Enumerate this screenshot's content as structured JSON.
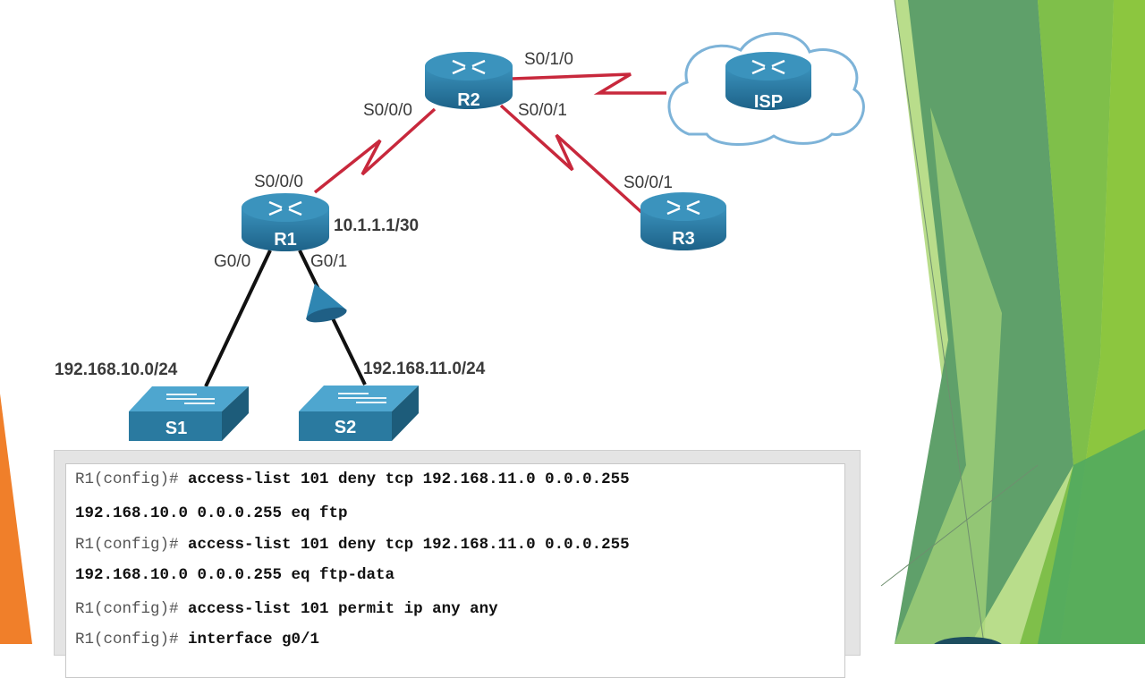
{
  "devices": {
    "r1": "R1",
    "r2": "R2",
    "r3": "R3",
    "isp": "ISP",
    "s1": "S1",
    "s2": "S2"
  },
  "interfaces": {
    "r2_s010": "S0/1/0",
    "r2_s000": "S0/0/0",
    "r2_s001": "S0/0/1",
    "r1_s000": "S0/0/0",
    "r3_s001": "S0/0/1",
    "r1_g00": "G0/0",
    "r1_g01": "G0/1"
  },
  "addresses": {
    "r1_serial": "10.1.1.1/30",
    "lan_s1": "192.168.10.0/24",
    "lan_s2": "192.168.11.0/24"
  },
  "terminal": {
    "lines": [
      {
        "prompt": "R1(config)#",
        "cmd": " access-list 101 deny tcp 192.168.11.0 0.0.0.255"
      },
      {
        "prompt": "",
        "cmd": "192.168.10.0 0.0.0.255 eq ftp"
      },
      {
        "prompt": "R1(config)#",
        "cmd": " access-list 101 deny tcp 192.168.11.0 0.0.0.255"
      },
      {
        "prompt": "",
        "cmd": "192.168.10.0 0.0.0.255 eq ftp-data"
      },
      {
        "prompt": "R1(config)#",
        "cmd": " access-list 101 permit ip any any"
      },
      {
        "prompt": "R1(config)#",
        "cmd": " interface g0/1"
      }
    ]
  },
  "colors": {
    "device": "#2a7aa0",
    "device_dark": "#1d5c7a",
    "serial_link": "#c8283c",
    "ethernet_link": "#111111",
    "orange_accent": "#f07f2a",
    "green_light": "#8cc63f",
    "green_mid": "#5fae57",
    "green_dark": "#3f8a5a"
  }
}
